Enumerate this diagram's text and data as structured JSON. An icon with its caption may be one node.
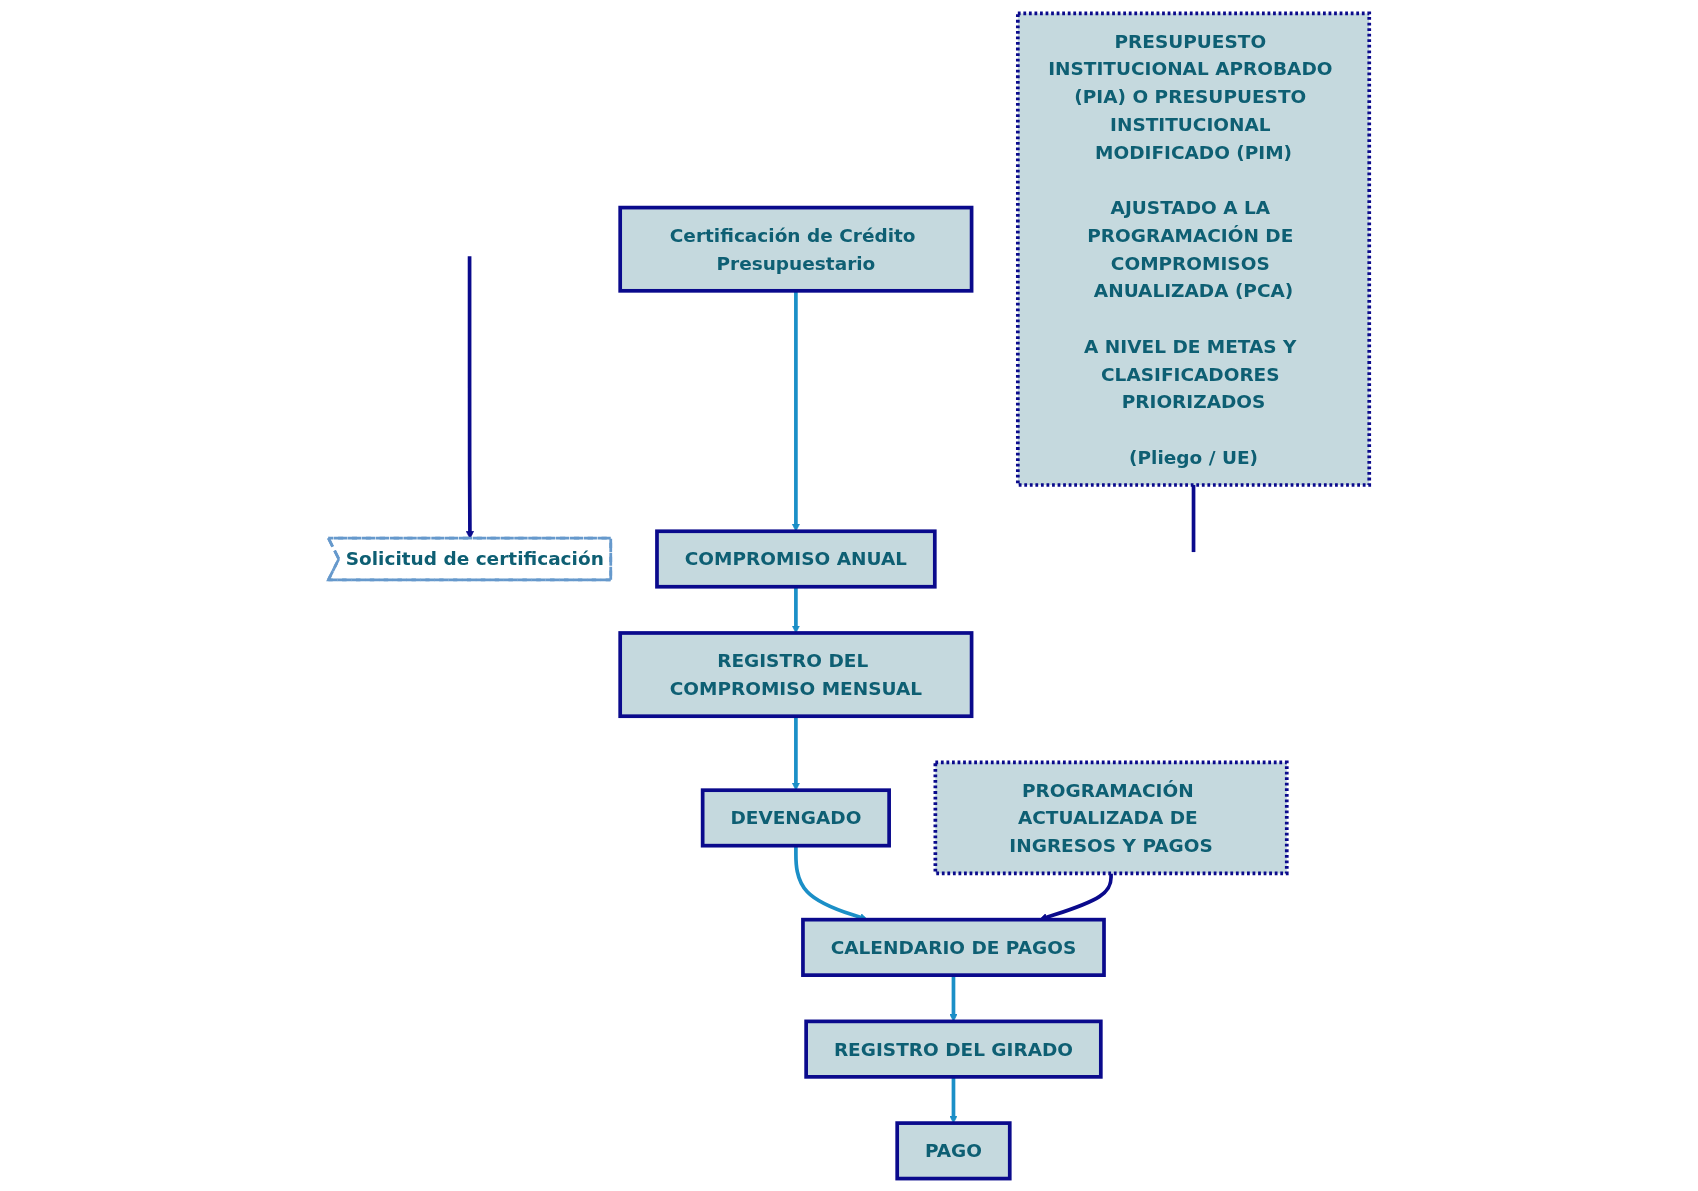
{
  "diagram": {
    "nodes": [
      {
        "text": [
          "PRESUPUESTO INSTITUCIONAL APROBADO (PIA) O PRESUPUESTO INSTITUCIONAL MODIFICADO (PIM)",
          "AJUSTADO A LA PROGRAMACIÓN DE COMPROMISOS ANUALIZADA (PCA)",
          "A NIVEL DE METAS Y CLASIFICADORES PRIORIZADOS",
          "(Pliego / UE)"
        ]
      },
      {
        "text": [
          "Solicitud de certificación"
        ]
      },
      {
        "text": [
          "Certificación de Crédito Presupuestario"
        ]
      },
      {
        "text": [
          "COMPROMISO ANUAL"
        ]
      },
      {
        "text": [
          "REGISTRO DEL COMPROMISO MENSUAL"
        ]
      },
      {
        "text": [
          "PROGRAMACIÓN ACTUALIZADA DE INGRESOS Y PAGOS"
        ]
      },
      {
        "text": [
          "DEVENGADO"
        ]
      },
      {
        "text": [
          "CALENDARIO DE PAGOS"
        ]
      },
      {
        "text": [
          "REGISTRO DEL GIRADO"
        ]
      },
      {
        "text": [
          "PAGO"
        ]
      }
    ],
    "edges": [
      {
        "from": 0,
        "to": null,
        "arrow": "none",
        "color": "#0a0a8c"
      },
      {
        "from": null,
        "to": 1,
        "arrow": "to",
        "color": "#0a0a8c"
      },
      {
        "from": 2,
        "to": 3,
        "arrow": "to"
      },
      {
        "from": 3,
        "to": 4,
        "arrow": "to"
      },
      {
        "from": 4,
        "to": 6,
        "arrow": "to"
      },
      {
        "from": 6,
        "to": 7,
        "arrow": "to"
      },
      {
        "from": 5,
        "to": 7,
        "arrow": "to",
        "color": "#0a0a8c"
      },
      {
        "from": 7,
        "to": 8,
        "arrow": "to"
      },
      {
        "from": 8,
        "to": 9,
        "arrow": "to"
      }
    ]
  }
}
